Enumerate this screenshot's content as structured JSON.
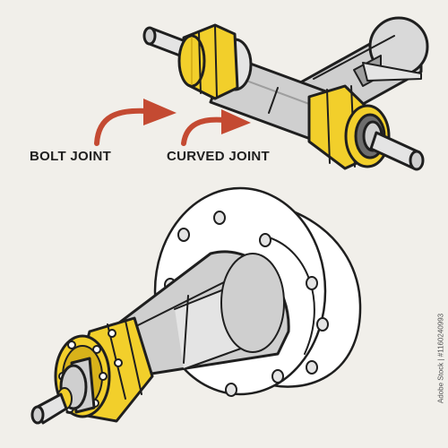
{
  "labels": {
    "bolt_joint": "BOLT JOINT",
    "curved_joint": "CURVED JOINT"
  },
  "stock_id": "Adobe Stock | #1160240993",
  "colors": {
    "background": "#f1efea",
    "outline": "#1f1f1f",
    "shaft_gray": "#cfcfcf",
    "shaft_light": "#e4e4e4",
    "shaft_dark": "#9e9e9e",
    "yellow": "#f2cf2b",
    "yellow_dark": "#d8b21a",
    "arrow_red": "#c44a32"
  },
  "icons": {
    "arrow_1": "curved-arrow-right",
    "arrow_2": "curved-arrow-right"
  }
}
